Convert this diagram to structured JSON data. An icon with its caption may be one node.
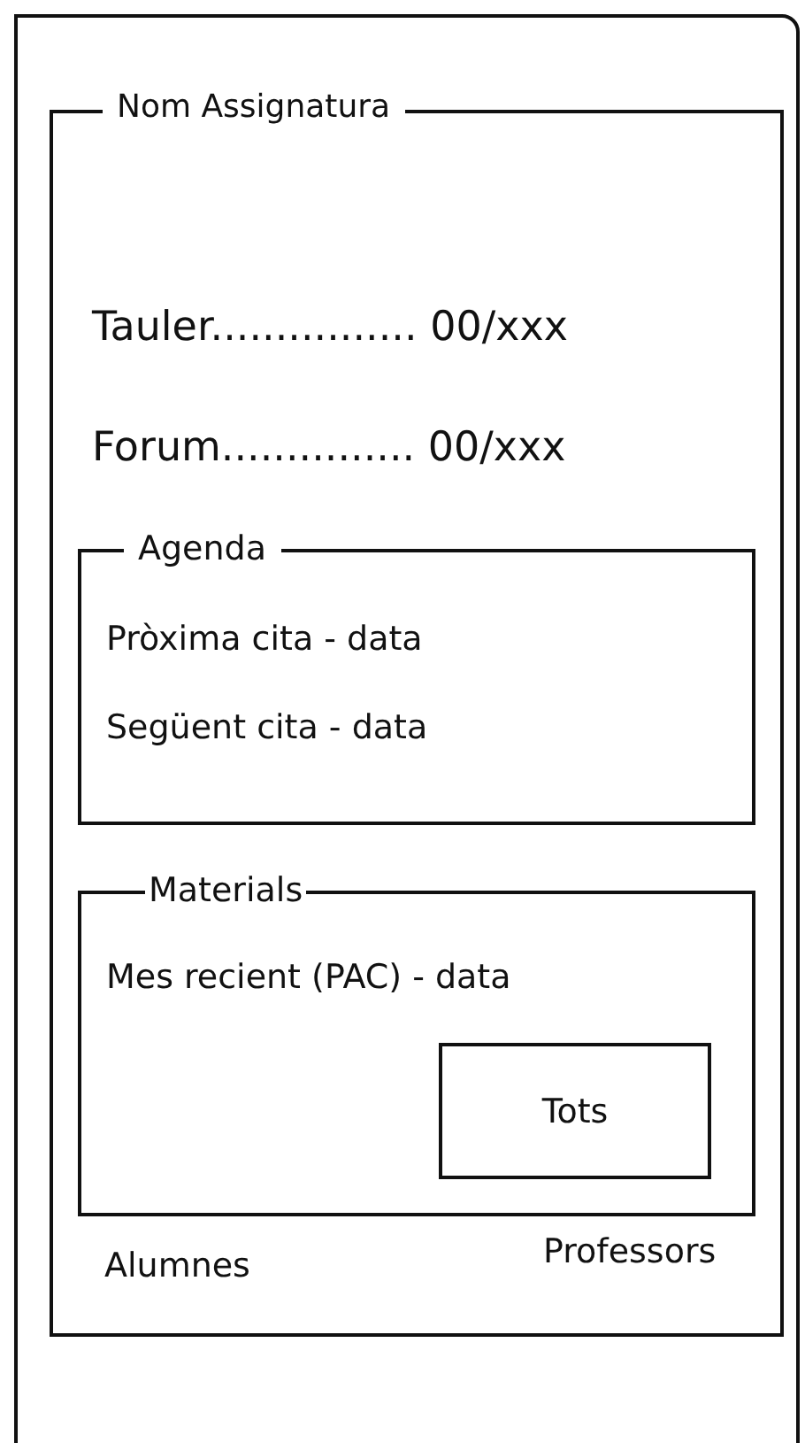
{
  "diagram": {
    "nodes": [
      {
        "text": [],
        "shape": "box"
      },
      {
        "text": [
          "Nom Assignatura"
        ],
        "in": 0
      },
      {
        "text": [
          "Agenda",
          "Pròxima cita - data",
          "Següent cita - data"
        ],
        "in": 1
      },
      {
        "text": [
          "Materials",
          "Mes recient (PAC) - data"
        ],
        "in": 1
      },
      {
        "text": [
          "Tots"
        ],
        "in": 3
      }
    ],
    "labels": [
      "Tauler................ 00/xxx",
      "Forum............... 00/xxx",
      "Alumnes",
      "Professors"
    ]
  }
}
